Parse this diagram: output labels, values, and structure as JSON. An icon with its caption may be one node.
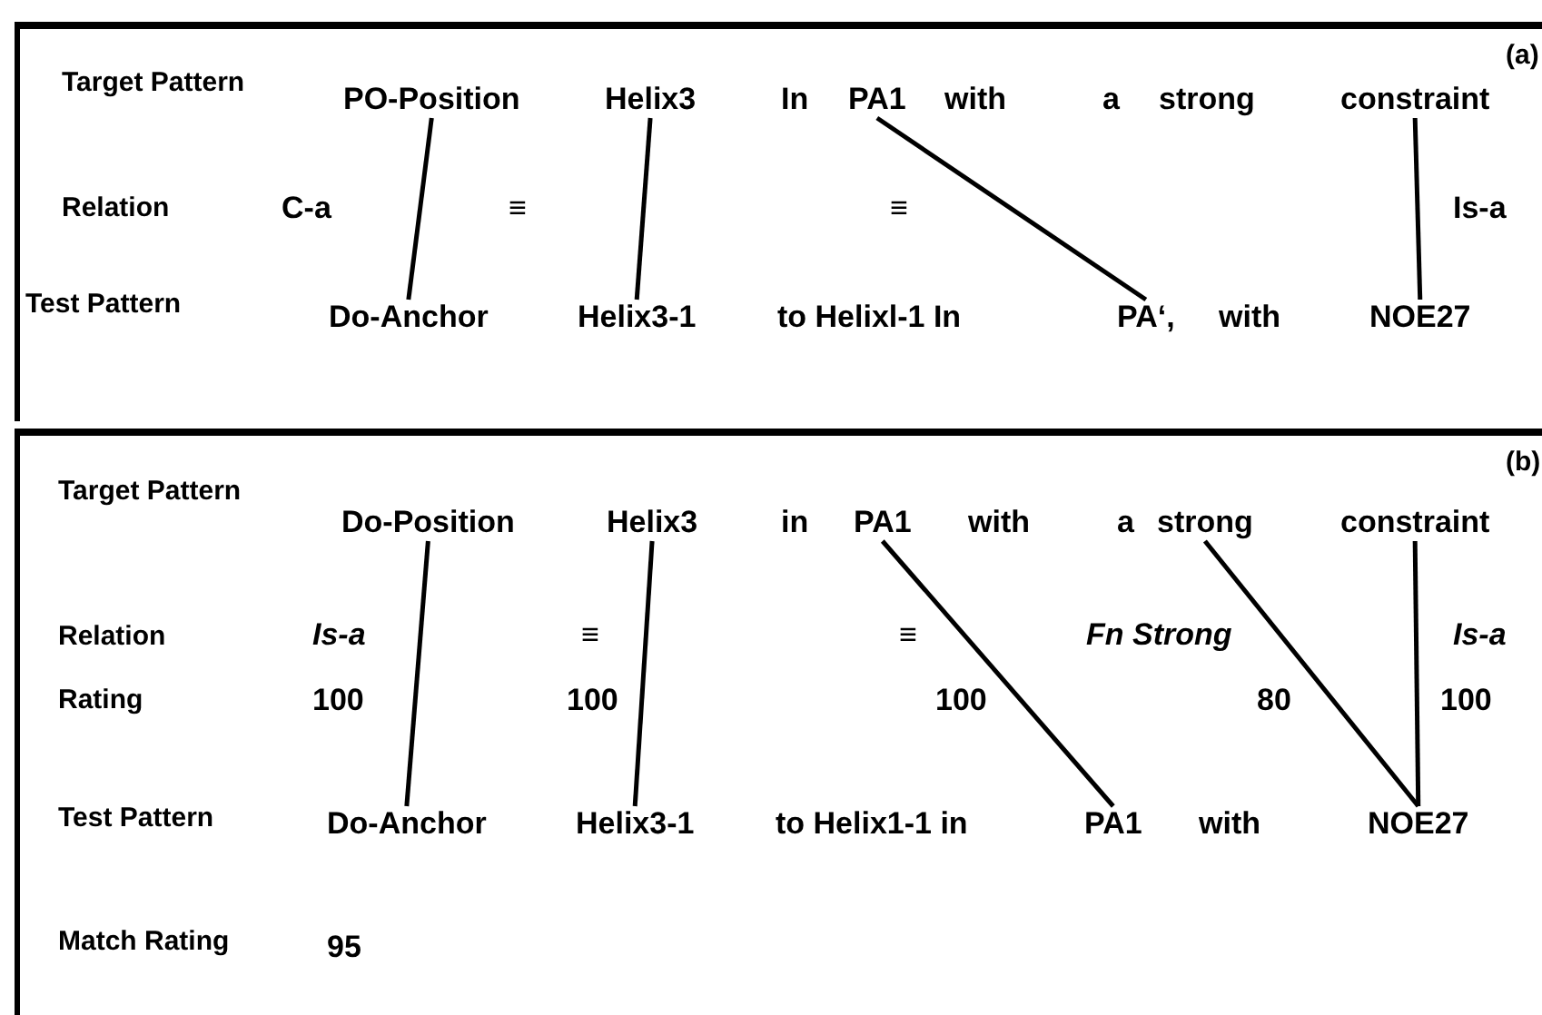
{
  "diagram": {
    "nodes": [
      {
        "text": [
          "(a)"
        ]
      },
      {
        "text": [
          "PO-Position"
        ],
        "in": 0
      },
      {
        "text": [
          "Helix3"
        ],
        "in": 0
      },
      {
        "text": [
          "PA1"
        ],
        "in": 0
      },
      {
        "text": [
          "constraint"
        ],
        "in": 0
      },
      {
        "text": [
          "Do-Anchor"
        ],
        "in": 0
      },
      {
        "text": [
          "Helix3-1"
        ],
        "in": 0
      },
      {
        "text": [
          "PA‘,"
        ],
        "in": 0
      },
      {
        "text": [
          "NOE27"
        ],
        "in": 0
      },
      {
        "text": [
          "(b)"
        ]
      },
      {
        "text": [
          "Do-Position"
        ],
        "in": 9
      },
      {
        "text": [
          "Helix3"
        ],
        "in": 9
      },
      {
        "text": [
          "PA1"
        ],
        "in": 9
      },
      {
        "text": [
          "strong"
        ],
        "in": 9
      },
      {
        "text": [
          "constraint"
        ],
        "in": 9
      },
      {
        "text": [
          "Do-Anchor"
        ],
        "in": 9
      },
      {
        "text": [
          "Helix3-1"
        ],
        "in": 9
      },
      {
        "text": [
          "PA1"
        ],
        "in": 9
      },
      {
        "text": [
          "NOE27"
        ],
        "in": 9
      }
    ],
    "edges": [
      {
        "from": 1,
        "to": 5,
        "arrow": "none"
      },
      {
        "from": 2,
        "to": 6,
        "arrow": "none"
      },
      {
        "from": 3,
        "to": 7,
        "arrow": "none"
      },
      {
        "from": 4,
        "to": 8,
        "arrow": "none"
      },
      {
        "from": 10,
        "to": 15,
        "arrow": "none"
      },
      {
        "from": 11,
        "to": 16,
        "arrow": "none"
      },
      {
        "from": 12,
        "to": 17,
        "arrow": "none"
      },
      {
        "from": 13,
        "to": 18,
        "arrow": "none"
      },
      {
        "from": 14,
        "to": 18,
        "arrow": "none"
      }
    ],
    "labels": [
      "Target Pattern",
      "In",
      "with",
      "a",
      "strong",
      "Relation",
      "C-a",
      "≡",
      "≡",
      "Is-a",
      "Test Pattern",
      "to Helixl-1 In",
      "with",
      "Target Pattern",
      "in",
      "with",
      "a",
      "Relation",
      "Is-a",
      "≡",
      "≡",
      "Fn Strong",
      "Is-a",
      "Rating",
      "100",
      "100",
      "100",
      "80",
      "100",
      "Test Pattern",
      "to Helix1-1 in",
      "with",
      "Match Rating",
      "95"
    ]
  }
}
